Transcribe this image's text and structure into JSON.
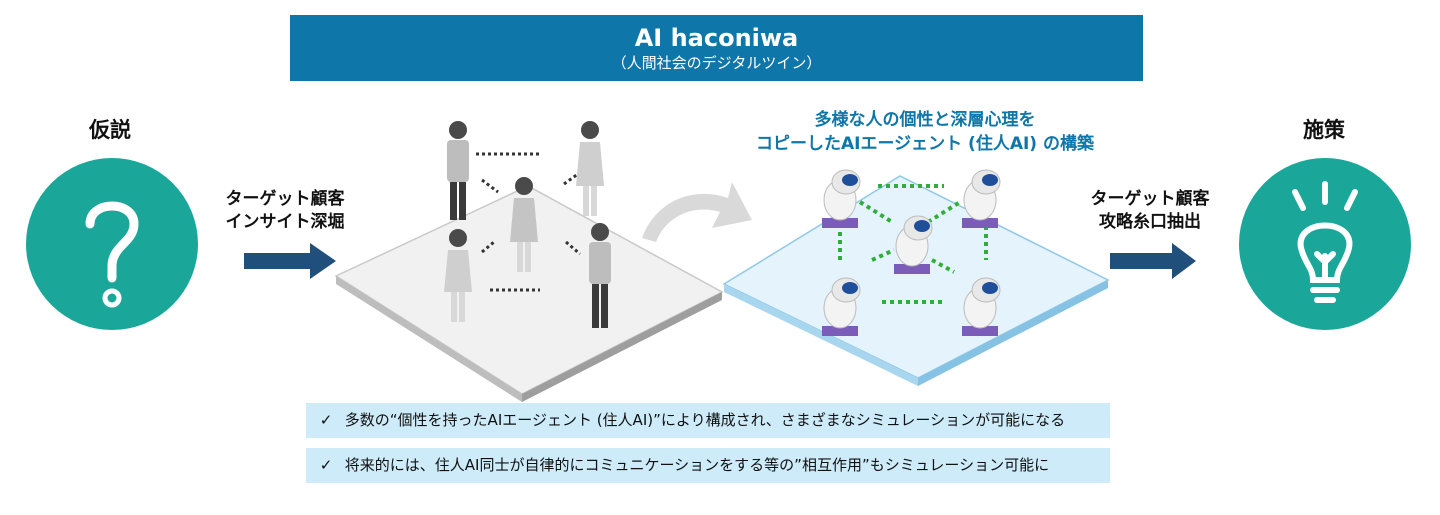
{
  "banner": {
    "title": "AI haconiwa",
    "subtitle": "（人間社会のデジタルツイン）"
  },
  "left": {
    "label": "仮説",
    "icon": "question-mark-icon"
  },
  "right": {
    "label": "施策",
    "icon": "lightbulb-icon"
  },
  "arrow_left": {
    "line1": "ターゲット顧客",
    "line2": "インサイト深堀"
  },
  "arrow_right": {
    "line1": "ターゲット顧客",
    "line2": "攻略糸口抽出"
  },
  "ai_heading": {
    "line1": "多様な人の個性と深層心理を",
    "line2": "コピーしたAIエージェント (住人AI) の構築"
  },
  "notes": [
    {
      "check": "✓",
      "text": "多数の“個性を持ったAIエージェント (住人AI)”により構成され、さまざまなシミュレーションが可能になる"
    },
    {
      "check": "✓",
      "text": "将来的には、住人AI同士が自律的にコミュニケーションをする等の”相互作用”もシミュレーション可能に"
    }
  ],
  "colors": {
    "banner": "#0e76a8",
    "circle": "#1aa79a",
    "arrow": "#1f4f7a",
    "note_bg": "#cdebf9",
    "robot_link": "#2fae3a"
  }
}
